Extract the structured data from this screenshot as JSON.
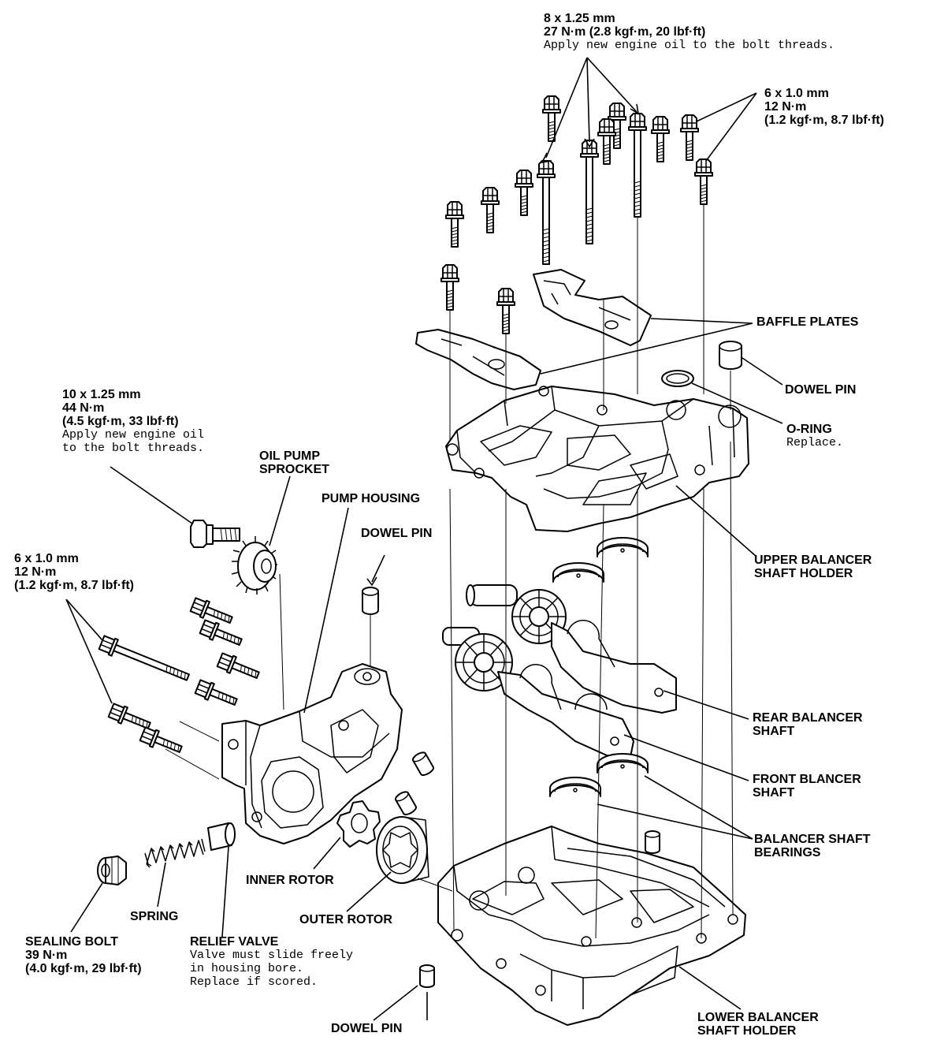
{
  "callouts": {
    "top_bolts": {
      "l1": "8 x 1.25 mm",
      "l2": "27 N·m (2.8 kgf·m, 20 lbf·ft)",
      "note": "Apply new engine oil to the bolt threads."
    },
    "right_bolts": {
      "l1": "6 x 1.0 mm",
      "l2": "12 N·m",
      "l3": "(1.2 kgf·m, 8.7 lbf·ft)"
    },
    "baffle_plates": "BAFFLE PLATES",
    "dowel_pin_right": "DOWEL PIN",
    "o_ring": {
      "label": "O-RING",
      "note": "Replace."
    },
    "upper_holder": {
      "l1": "UPPER BALANCER",
      "l2": "SHAFT HOLDER"
    },
    "sprocket_bolt": {
      "l1": "10 x 1.25 mm",
      "l2": "44 N·m",
      "l3": "(4.5 kgf·m, 33 lbf·ft)",
      "note1": "Apply new engine oil",
      "note2": "to the bolt threads."
    },
    "oil_pump_sprocket": {
      "l1": "OIL PUMP",
      "l2": "SPROCKET"
    },
    "pump_housing": "PUMP HOUSING",
    "dowel_pin_mid": "DOWEL PIN",
    "left_bolts": {
      "l1": "6 x 1.0 mm",
      "l2": "12 N·m",
      "l3": "(1.2 kgf·m, 8.7 lbf·ft)"
    },
    "rear_shaft": {
      "l1": "REAR BALANCER",
      "l2": "SHAFT"
    },
    "front_shaft": {
      "l1": "FRONT BLANCER",
      "l2": "SHAFT"
    },
    "bearings": {
      "l1": "BALANCER SHAFT",
      "l2": "BEARINGS"
    },
    "inner_rotor": "INNER ROTOR",
    "outer_rotor": "OUTER ROTOR",
    "spring": "SPRING",
    "sealing_bolt": {
      "l1": "SEALING BOLT",
      "l2": "39 N·m",
      "l3": "(4.0 kgf·m, 29 lbf·ft)"
    },
    "relief_valve": {
      "label": "RELIEF VALVE",
      "note1": "Valve must slide freely",
      "note2": "in housing bore.",
      "note3": "Replace if scored."
    },
    "dowel_pin_bottom": "DOWEL PIN",
    "lower_holder": {
      "l1": "LOWER BALANCER",
      "l2": "SHAFT HOLDER"
    }
  }
}
